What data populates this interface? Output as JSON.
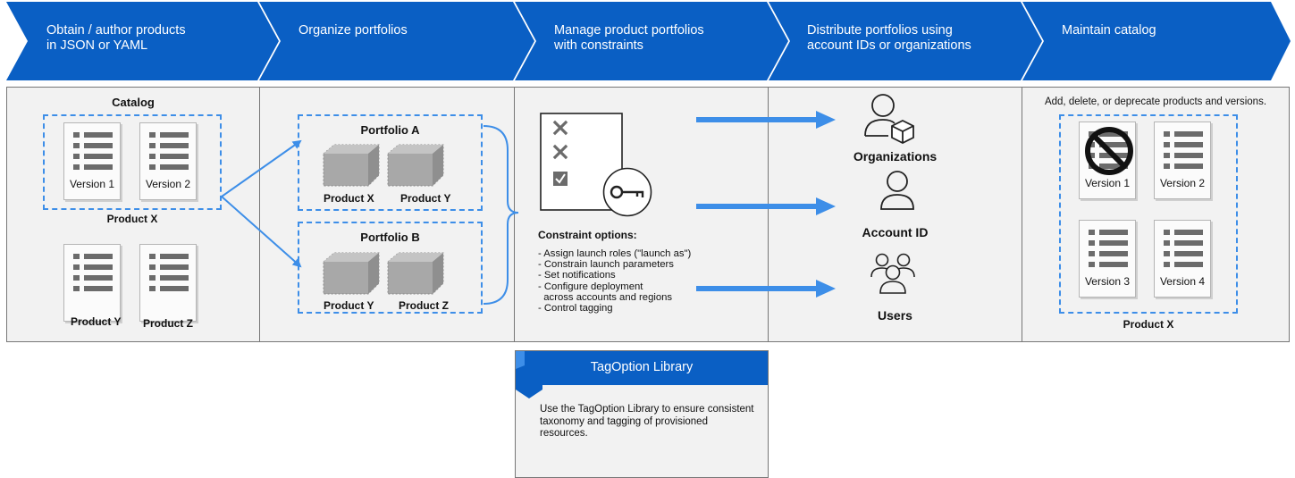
{
  "steps": [
    {
      "label": "Obtain / author products\nin JSON or YAML"
    },
    {
      "label": "Organize portfolios"
    },
    {
      "label": "Manage product portfolios\nwith constraints"
    },
    {
      "label": "Distribute portfolios using\naccount IDs or organizations"
    },
    {
      "label": "Maintain catalog"
    }
  ],
  "catalog": {
    "title": "Catalog",
    "version1": "Version 1",
    "version2": "Version 2",
    "product_x": "Product X",
    "product_y": "Product  Y",
    "product_z": "Product  Z"
  },
  "portfolios": {
    "a": {
      "title": "Portfolio A",
      "item1": "Product X",
      "item2": "Product  Y"
    },
    "b": {
      "title": "Portfolio B",
      "item1": "Product  Y",
      "item2": "Product  Z"
    }
  },
  "constraints": {
    "title": "Constraint options:",
    "options": [
      "- Assign launch roles (\"launch as\")",
      "- Constrain launch parameters",
      "- Set notifications",
      "- Configure deployment",
      "  across accounts and regions",
      "- Control tagging"
    ]
  },
  "distribute": {
    "organizations": "Organizations",
    "account_id": "Account ID",
    "users": "Users"
  },
  "maintain": {
    "caption": "Add, delete, or deprecate products and versions.",
    "versions": [
      "Version 1",
      "Version 2",
      "Version 3",
      "Version 4"
    ],
    "product": "Product X"
  },
  "tagoption": {
    "title": "TagOption Library",
    "body": "Use the TagOption Library to ensure consistent taxonomy and tagging of provisioned resources."
  },
  "colors": {
    "header_blue": "#0a5fc4",
    "arrow_blue": "#3d8ee8",
    "panel_bg": "#f2f2f2"
  },
  "icons": [
    "document-list-icon",
    "product-box-icon",
    "checklist-icon",
    "key-icon",
    "organization-user-icon",
    "user-icon",
    "users-group-icon",
    "prohibited-icon"
  ]
}
